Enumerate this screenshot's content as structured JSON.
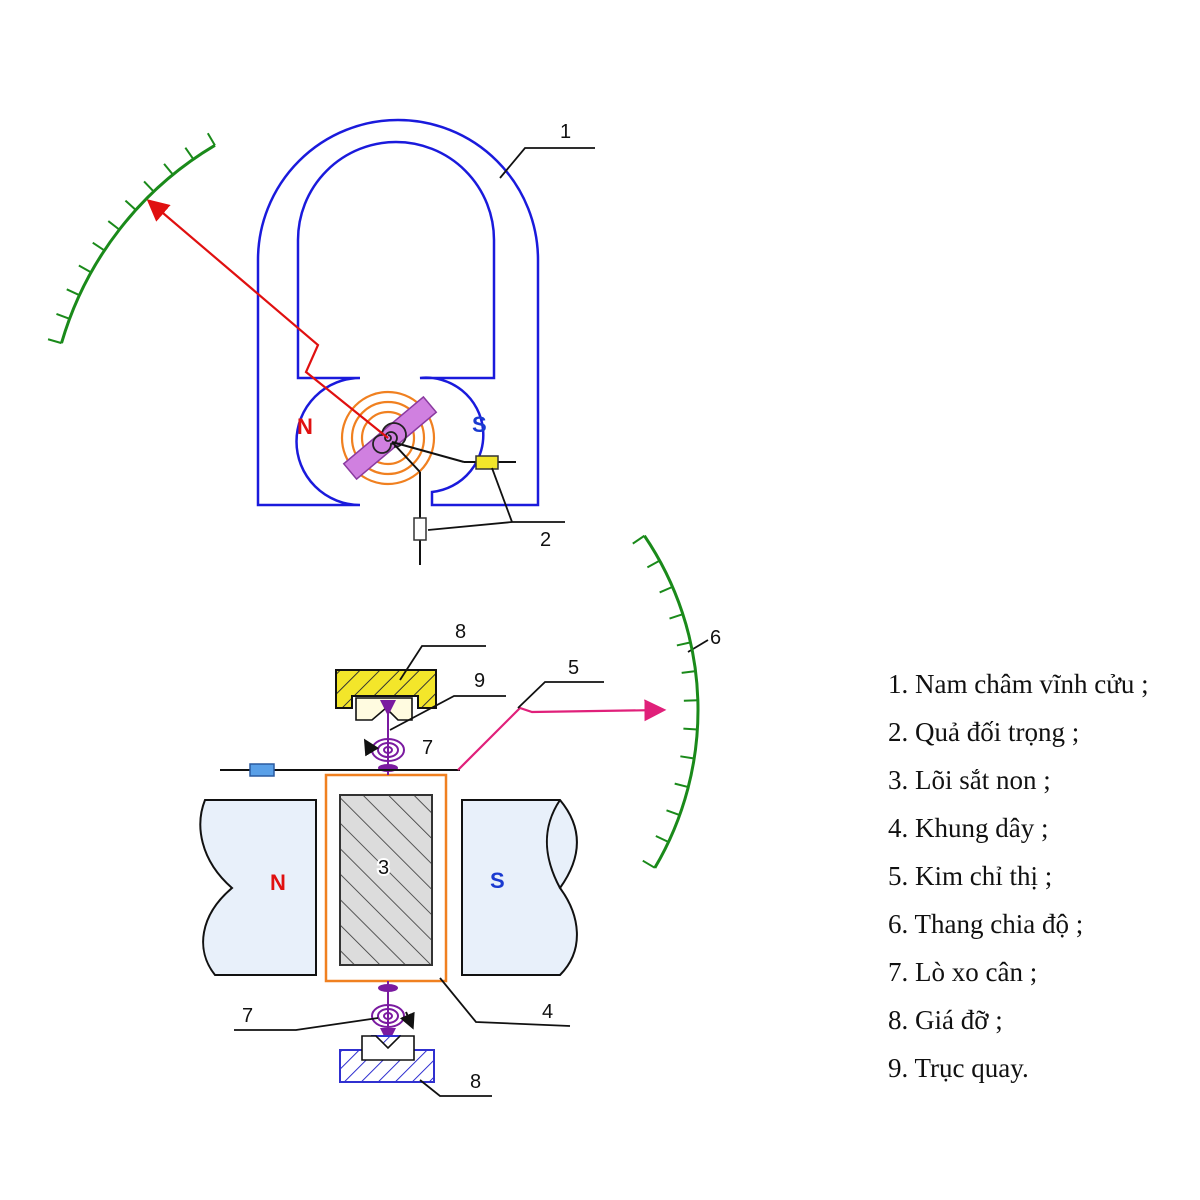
{
  "diagram": {
    "top_view": {
      "pole_north": "N",
      "pole_south": "S",
      "callouts": [
        "1",
        "2"
      ]
    },
    "side_view": {
      "pole_north": "N",
      "pole_south": "S",
      "core_label": "3",
      "callouts": [
        "4",
        "5",
        "6",
        "7",
        "7",
        "8",
        "8",
        "9"
      ]
    },
    "legend": [
      "1. Nam châm vĩnh cửu ;",
      "2. Quả đối trọng ;",
      "3. Lõi sắt non ;",
      "4. Khung dây ;",
      "5. Kim chỉ thị ;",
      "6. Thang chia độ ;",
      "7. Lò xo cân ;",
      "8. Giá đỡ ;",
      "9. Trục quay."
    ]
  },
  "colors": {
    "magnet": "#1a1adc",
    "pointer_top": "#e01010",
    "pointer_side": "#e0207a",
    "scale": "#1a8a1a",
    "coil": "#f08020",
    "core_top": "#d080e0",
    "spring": "#7a1aa0",
    "bracket_top": "#f0e020",
    "bracket_bottom": "#3030d0",
    "counterweight": "#f0e020",
    "counterweight_side": "#5aa0e8",
    "pole_north": "#e01010",
    "pole_south": "#1a3ad0",
    "magnet_fill_side": "#e8f0fa"
  }
}
